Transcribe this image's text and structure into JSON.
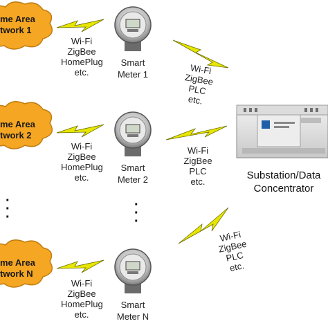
{
  "home_networks": [
    {
      "line1": "me Area",
      "line2": "twork 1"
    },
    {
      "line1": "me Area",
      "line2": "twork 2"
    },
    {
      "line1": "me Area",
      "line2": "twork N"
    }
  ],
  "home_links": [
    {
      "lines": [
        "Wi-Fi",
        "ZigBee",
        "HomePlug",
        "etc."
      ]
    },
    {
      "lines": [
        "Wi-Fi",
        "ZigBee",
        "HomePlug",
        "etc."
      ]
    },
    {
      "lines": [
        "Wi-Fi",
        "ZigBee",
        "HomePlug",
        "etc."
      ]
    }
  ],
  "meters": [
    {
      "line1": "Smart",
      "line2": "Meter 1"
    },
    {
      "line1": "Smart",
      "line2": "Meter 2"
    },
    {
      "line1": "Smart",
      "line2": "Meter N"
    }
  ],
  "backhaul_links": [
    {
      "lines": [
        "Wi-Fi",
        "ZigBee",
        "PLC",
        "etc."
      ]
    },
    {
      "lines": [
        "Wi-Fi",
        "ZigBee",
        "PLC",
        "etc."
      ]
    },
    {
      "lines": [
        "Wi-Fi",
        "ZigBee",
        "PLC",
        "etc."
      ]
    }
  ],
  "concentrator": {
    "line1": "Substation/Data",
    "line2": "Concentrator"
  },
  "colors": {
    "cloud": "#f5a623",
    "bolt": "#e6e600",
    "bolt_outline": "#6d6d00"
  }
}
